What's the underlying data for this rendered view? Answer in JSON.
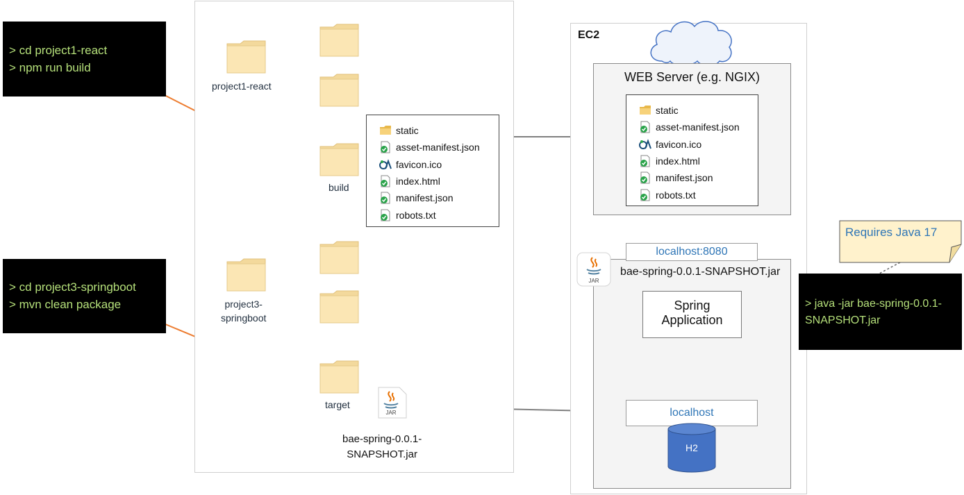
{
  "terminals": {
    "react": {
      "lines": [
        "> cd project1-react",
        "> npm run build"
      ]
    },
    "spring": {
      "lines": [
        "> cd project3-springboot",
        "> mvn clean package"
      ]
    },
    "java": {
      "lines": [
        "> java -jar bae-spring-0.0.1-",
        "SNAPSHOT.jar"
      ]
    }
  },
  "local": {
    "project1_label": "project1-react",
    "build_label": "build",
    "project3_label_lines": [
      "project3-",
      "springboot"
    ],
    "target_label": "target",
    "jar_label_lines": [
      "bae-spring-0.0.1-",
      "SNAPSHOT.jar"
    ],
    "jar_icon_text": "JAR"
  },
  "build_files": [
    {
      "name": "static",
      "icon": "folder-icon"
    },
    {
      "name": "asset-manifest.json",
      "icon": "json-file-icon"
    },
    {
      "name": "favicon.ico",
      "icon": "favicon-icon"
    },
    {
      "name": "index.html",
      "icon": "html-file-icon"
    },
    {
      "name": "manifest.json",
      "icon": "json-file-icon"
    },
    {
      "name": "robots.txt",
      "icon": "text-file-icon"
    }
  ],
  "ec2": {
    "title": "EC2",
    "web_server_title": "WEB Server (e.g. NGIX)",
    "port_label": "localhost:8080",
    "jar_name": "bae-spring-0.0.1-SNAPSHOT.jar",
    "jar_icon_text": "JAR",
    "spring_app_lines": [
      "Spring",
      "Application"
    ],
    "localhost_label": "localhost",
    "db_label": "H2"
  },
  "note": {
    "text": "Requires Java 17"
  },
  "colors": {
    "terminal_bg": "#000000",
    "terminal_text": "#b5e07a",
    "tree_line": "#4472c4",
    "arrow_orange": "#ed7d31",
    "arrow_gray": "#7f7f7f",
    "folder_fill": "#fbe6b4",
    "db_fill": "#4472c4",
    "note_fill": "#fff2cc",
    "link_text": "#2e75b6"
  }
}
